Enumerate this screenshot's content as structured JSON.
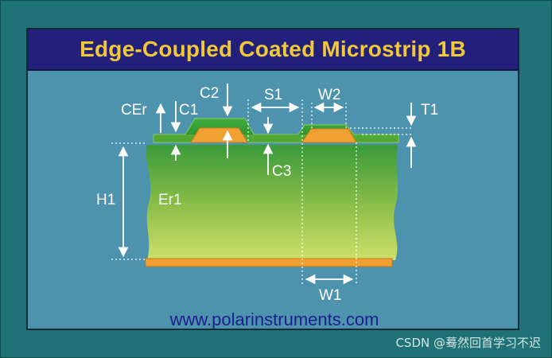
{
  "title": "Edge-Coupled Coated Microstrip 1B",
  "labels": {
    "cer": "CEr",
    "c1": "C1",
    "c2": "C2",
    "c3": "C3",
    "s1": "S1",
    "w2": "W2",
    "t1": "T1",
    "h1": "H1",
    "er1": "Er1",
    "w1": "W1"
  },
  "website": "www.polarinstruments.com",
  "watermark": "CSDN @蓦然回首学习不迟",
  "colors": {
    "background": "#1f7275",
    "panel": "#4d93ad",
    "title_bar": "#22207a",
    "title_text": "#f1c83a",
    "conductor": "#f0a030",
    "coating": "#2f9a2f",
    "url_text": "#1c1f8e"
  }
}
